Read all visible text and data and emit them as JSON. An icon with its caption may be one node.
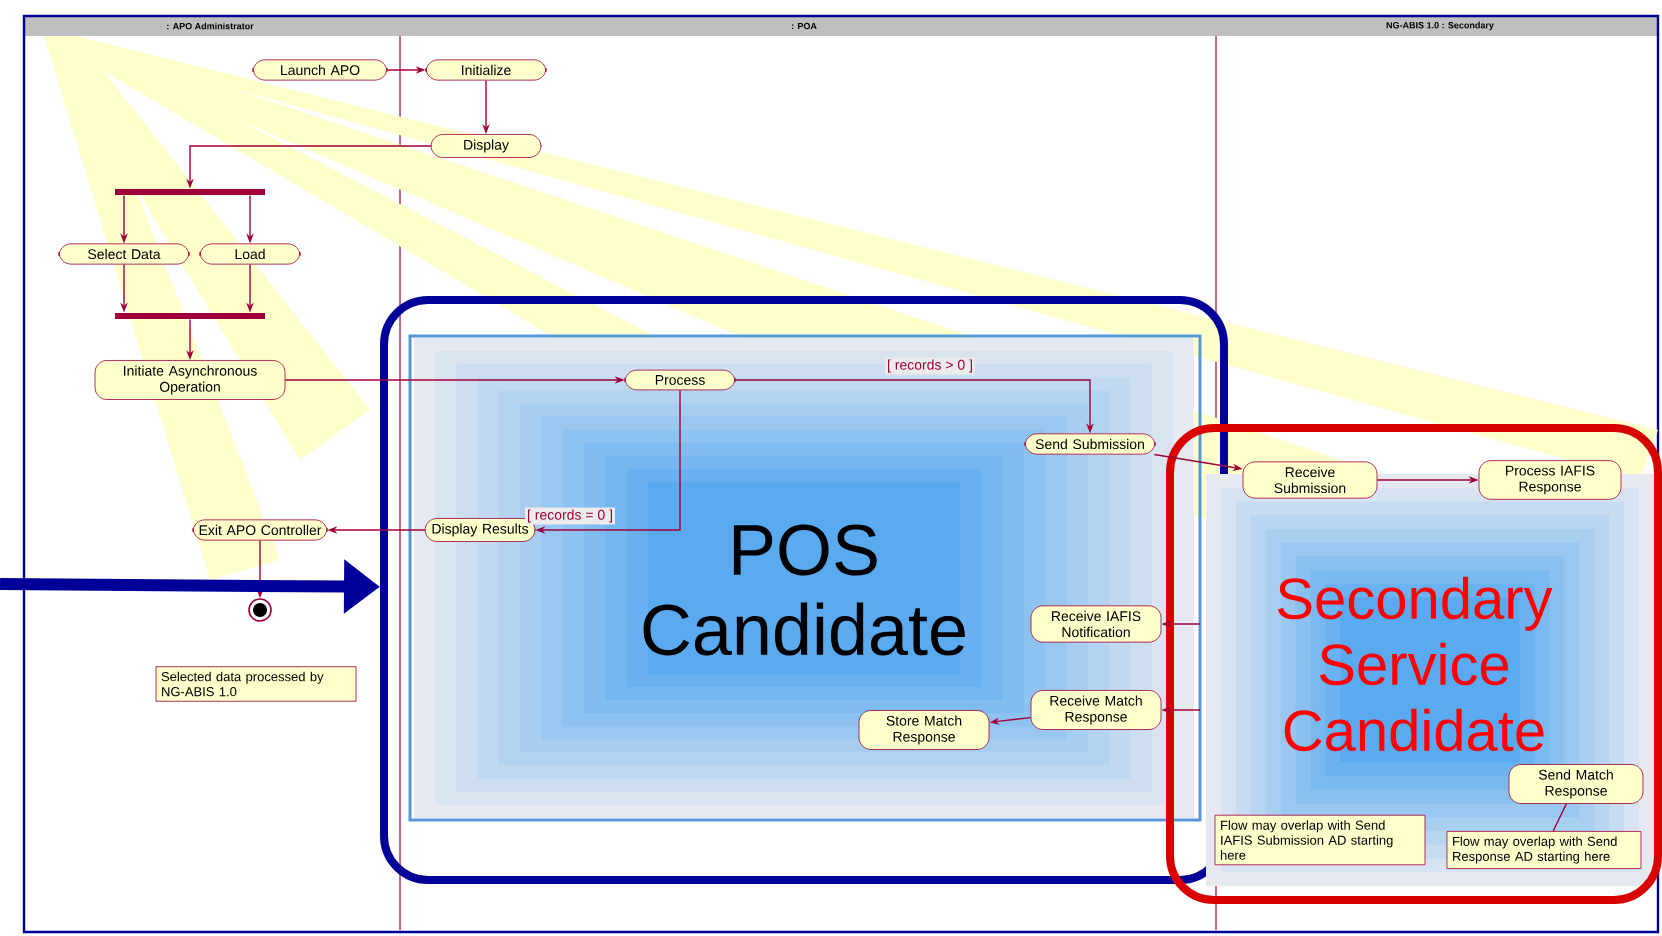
{
  "diagram": {
    "nodes": [
      {
        "text": [
          "Launch APO"
        ]
      },
      {
        "text": [
          "Initialize"
        ]
      },
      {
        "text": [
          "Display"
        ]
      },
      {
        "text": [],
        "shape": "bar"
      },
      {
        "text": [
          "Select Data"
        ]
      },
      {
        "text": [
          "Load"
        ]
      },
      {
        "text": [],
        "shape": "bar"
      },
      {
        "text": [
          "Initiate Asynchronous Operation"
        ]
      },
      {
        "text": [
          "Process"
        ],
        "in": 22
      },
      {
        "text": [
          "Display Results"
        ],
        "in": 22
      },
      {
        "text": [
          "Exit APO Controller"
        ]
      },
      {
        "text": [],
        "shape": "circle"
      },
      {
        "text": [
          "Selected data processed by NG-ABIS 1.0"
        ]
      },
      {
        "text": [
          "Send Submission"
        ],
        "in": 22
      },
      {
        "text": [
          "Receive IAFIS Notification"
        ],
        "in": 22
      },
      {
        "text": [
          "Receive Match Response"
        ],
        "in": 22
      },
      {
        "text": [
          "Store Match Response"
        ],
        "in": 22
      },
      {
        "text": [
          "Receive Submission"
        ],
        "in": 23
      },
      {
        "text": [
          "Process IAFIS Response"
        ],
        "in": 23
      },
      {
        "text": [
          "Send Match Response"
        ],
        "in": 23
      },
      {
        "text": [
          "Flow may overlap with Send IAFIS Submission AD starting here"
        ],
        "in": 23
      },
      {
        "text": [
          "Flow may overlap with Send Response AD starting here"
        ],
        "in": 23
      },
      {
        "text": [
          "POS Candidate"
        ]
      },
      {
        "text": [
          "Secondary Service Candidate"
        ]
      }
    ],
    "edges": [
      {
        "from": 0,
        "to": 1,
        "arrow": "to"
      },
      {
        "from": 1,
        "to": 2,
        "arrow": "to"
      },
      {
        "from": 2,
        "to": 3,
        "arrow": "to"
      },
      {
        "from": 3,
        "to": 4,
        "arrow": "to"
      },
      {
        "from": 3,
        "to": 5,
        "arrow": "to"
      },
      {
        "from": 4,
        "to": 6,
        "arrow": "to"
      },
      {
        "from": 5,
        "to": 6,
        "arrow": "to"
      },
      {
        "from": 6,
        "to": 7,
        "arrow": "to"
      },
      {
        "from": 7,
        "to": 8,
        "arrow": "to"
      },
      {
        "from": 8,
        "to": 9,
        "arrow": "to",
        "label": "[ records = 0 ]"
      },
      {
        "from": 8,
        "to": 13,
        "arrow": "to",
        "label": "[ records > 0 ]"
      },
      {
        "from": 9,
        "to": 10,
        "arrow": "to"
      },
      {
        "from": 10,
        "to": 11,
        "arrow": "to"
      },
      {
        "from": 13,
        "to": 17,
        "arrow": "to"
      },
      {
        "from": 17,
        "to": 18,
        "arrow": "to"
      },
      {
        "from": null,
        "to": 14,
        "arrow": "to"
      },
      {
        "from": null,
        "to": 15,
        "arrow": "to"
      },
      {
        "from": 15,
        "to": 16,
        "arrow": "to"
      },
      {
        "from": 19,
        "to": 21,
        "arrow": "none"
      },
      {
        "from": null,
        "to": 22,
        "arrow": "to",
        "style": "thick",
        "color": "#000099"
      }
    ],
    "labels": [
      ": APO Administrator",
      ": POA",
      "NG-ABIS 1.0 : Secondary"
    ]
  }
}
